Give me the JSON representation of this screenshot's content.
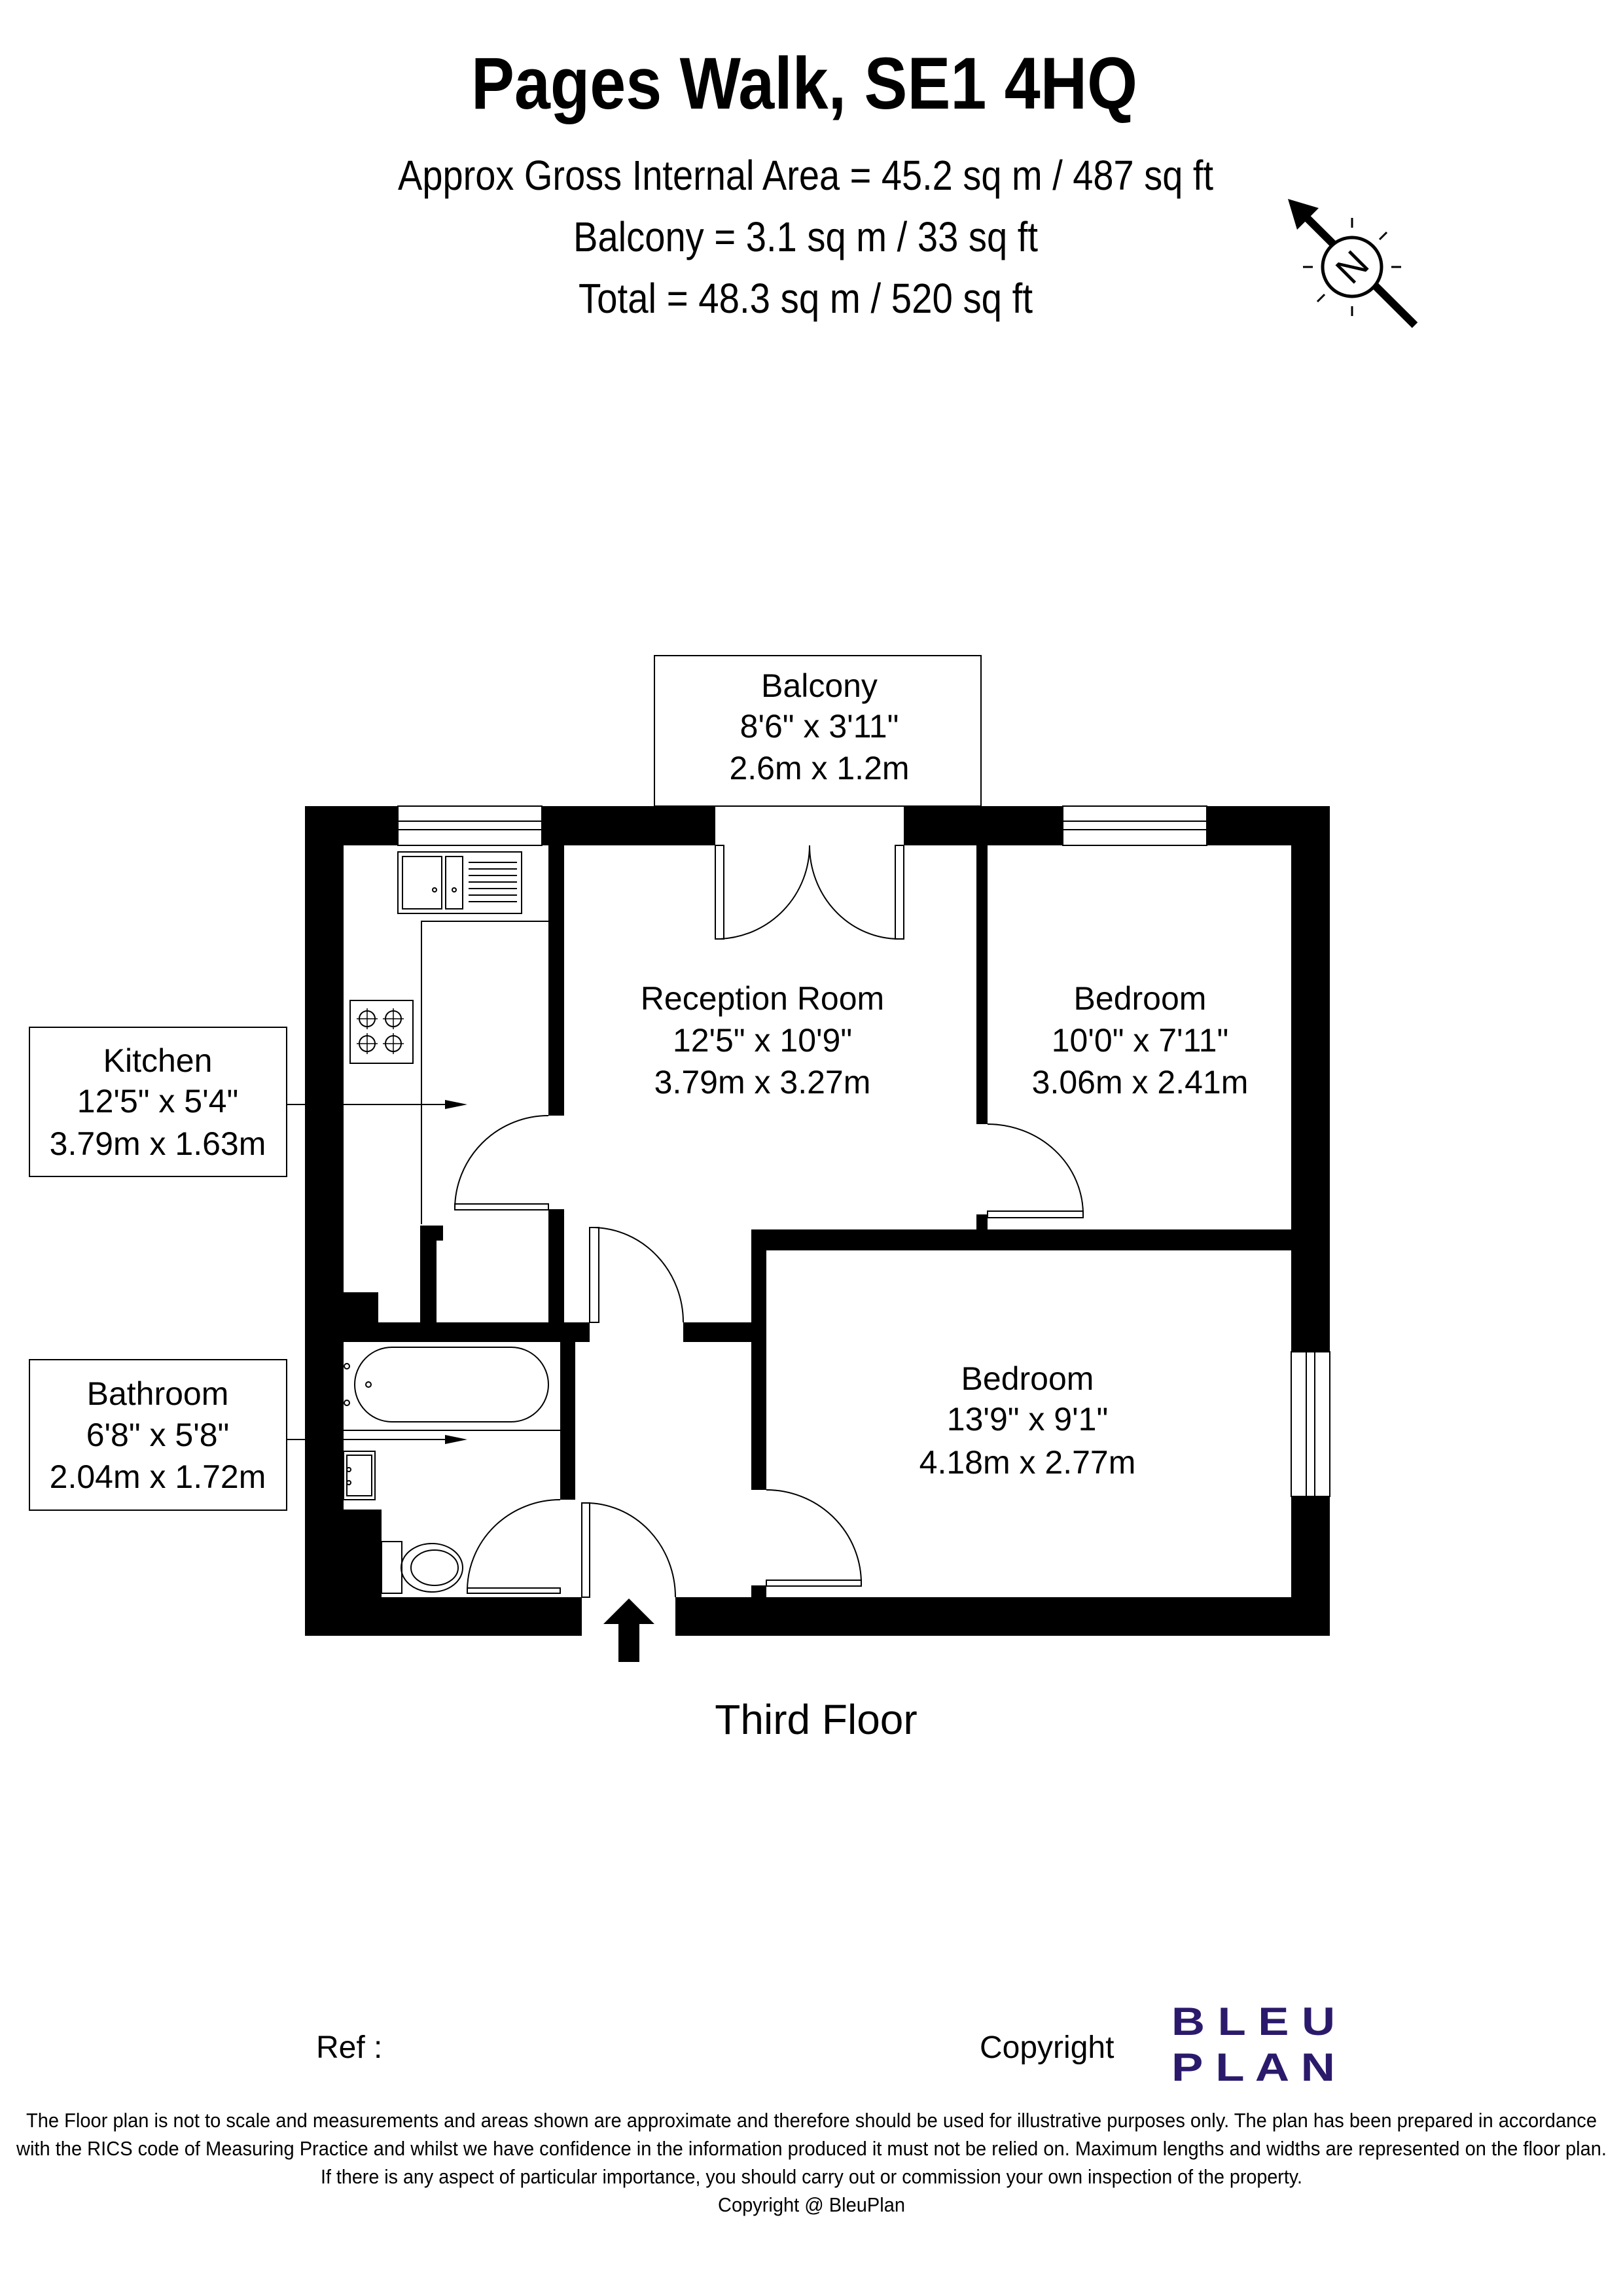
{
  "header": {
    "title": "Pages Walk, SE1 4HQ",
    "gross_area": "Approx Gross Internal Area = 45.2 sq m / 487 sq ft",
    "balcony_area": "Balcony = 3.1 sq m / 33 sq ft",
    "total_area": "Total = 48.3 sq m / 520 sq ft",
    "compass_label": "N"
  },
  "rooms": {
    "balcony": {
      "name": "Balcony",
      "imperial": "8'6\" x 3'11\"",
      "metric": "2.6m x 1.2m"
    },
    "reception": {
      "name": "Reception Room",
      "imperial": "12'5\" x 10'9\"",
      "metric": "3.79m x 3.27m"
    },
    "bedroom1": {
      "name": "Bedroom",
      "imperial": "10'0\" x 7'11\"",
      "metric": "3.06m x 2.41m"
    },
    "bedroom2": {
      "name": "Bedroom",
      "imperial": "13'9\" x 9'1\"",
      "metric": "4.18m x 2.77m"
    },
    "kitchen": {
      "name": "Kitchen",
      "imperial": "12'5\" x 5'4\"",
      "metric": "3.79m x 1.63m"
    },
    "bathroom": {
      "name": "Bathroom",
      "imperial": "6'8\" x 5'8\"",
      "metric": "2.04m x 1.72m"
    }
  },
  "floor_label": "Third Floor",
  "footer": {
    "ref_label": "Ref  :",
    "copyright_label": "Copyright",
    "logo_line1": "B L E U",
    "logo_line2": "P L A N",
    "logo_color": "#2b1a6b",
    "disclaimer": [
      "The Floor plan is not to scale and measurements and areas shown are approximate and therefore should be used for illustrative purposes only. The plan has been prepared in accordance",
      "with the RICS code of Measuring Practice and whilst we have confidence in the information produced it must not be relied on. Maximum lengths and widths are represented on the floor plan.",
      "If there is any aspect of particular importance, you should carry out or commission your own inspection of the property.",
      "Copyright @ BleuPlan"
    ]
  }
}
